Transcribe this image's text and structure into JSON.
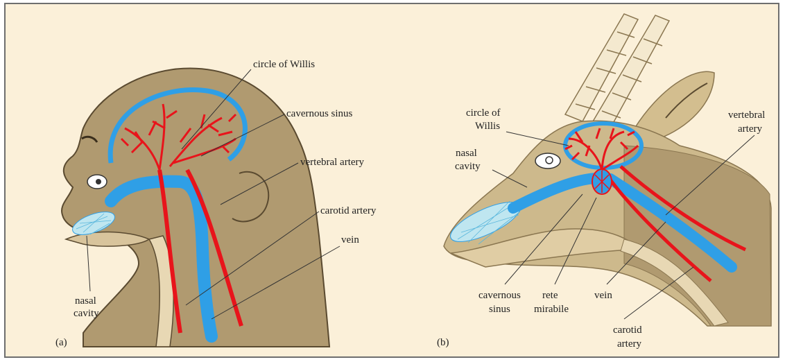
{
  "panel_a": {
    "tag": "(a)",
    "labels": {
      "circle_of_willis": "circle of Willis",
      "cavernous_sinus": "cavernous sinus",
      "vertebral_artery": "vertebral artery",
      "carotid_artery": "carotid artery",
      "vein": "vein",
      "nasal_1": "nasal",
      "nasal_2": "cavity"
    }
  },
  "panel_b": {
    "tag": "(b)",
    "labels": {
      "circle_1": "circle of",
      "circle_2": "Willis",
      "nasal_1": "nasal",
      "nasal_2": "cavity",
      "vertebral_1": "vertebral",
      "vertebral_2": "artery",
      "cavernous_1": "cavernous",
      "cavernous_2": "sinus",
      "rete_1": "rete",
      "rete_2": "mirabile",
      "vein": "vein",
      "carotid_1": "carotid",
      "carotid_2": "artery"
    }
  },
  "colors": {
    "background": "#fbf0d9",
    "skin": "#b09a70",
    "skin_light": "#cdb98c",
    "artery": "#e8141b",
    "vein": "#2f9fe6",
    "nasal": "#bfe6f0"
  }
}
